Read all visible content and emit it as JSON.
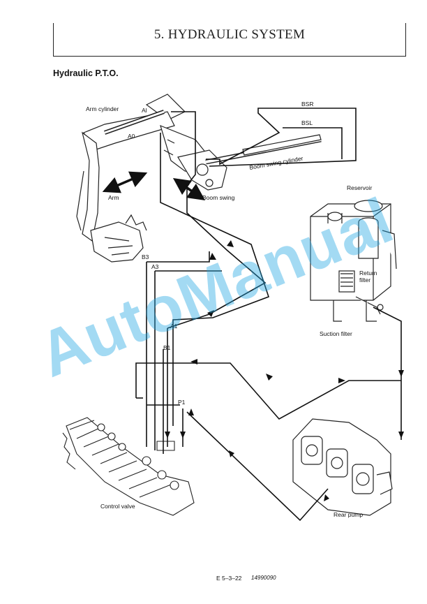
{
  "header": {
    "title": "5.  HYDRAULIC SYSTEM"
  },
  "section": {
    "title": "Hydraulic P.T.O."
  },
  "labels": {
    "arm_cylinder": "Arm cylinder",
    "al": "Al",
    "ao": "A0",
    "arm": "Arm",
    "boom_swing_cylinder": "Boom swing cylinder",
    "boom_swing": "Boom swing",
    "bsr": "BSR",
    "bsl": "BSL",
    "reservoir": "Reservoir",
    "return_filter_line1": "Return",
    "return_filter_line2": "filter",
    "suction_filter": "Suction filter",
    "b3": "B3",
    "a3": "A3",
    "a1": "A1",
    "b1": "B1",
    "p1": "P1",
    "control_valve": "Control valve",
    "rear_pump": "Rear pump"
  },
  "watermark": "AutoManual",
  "footer": {
    "ref": "E 5–3–22",
    "code": "14990090"
  }
}
